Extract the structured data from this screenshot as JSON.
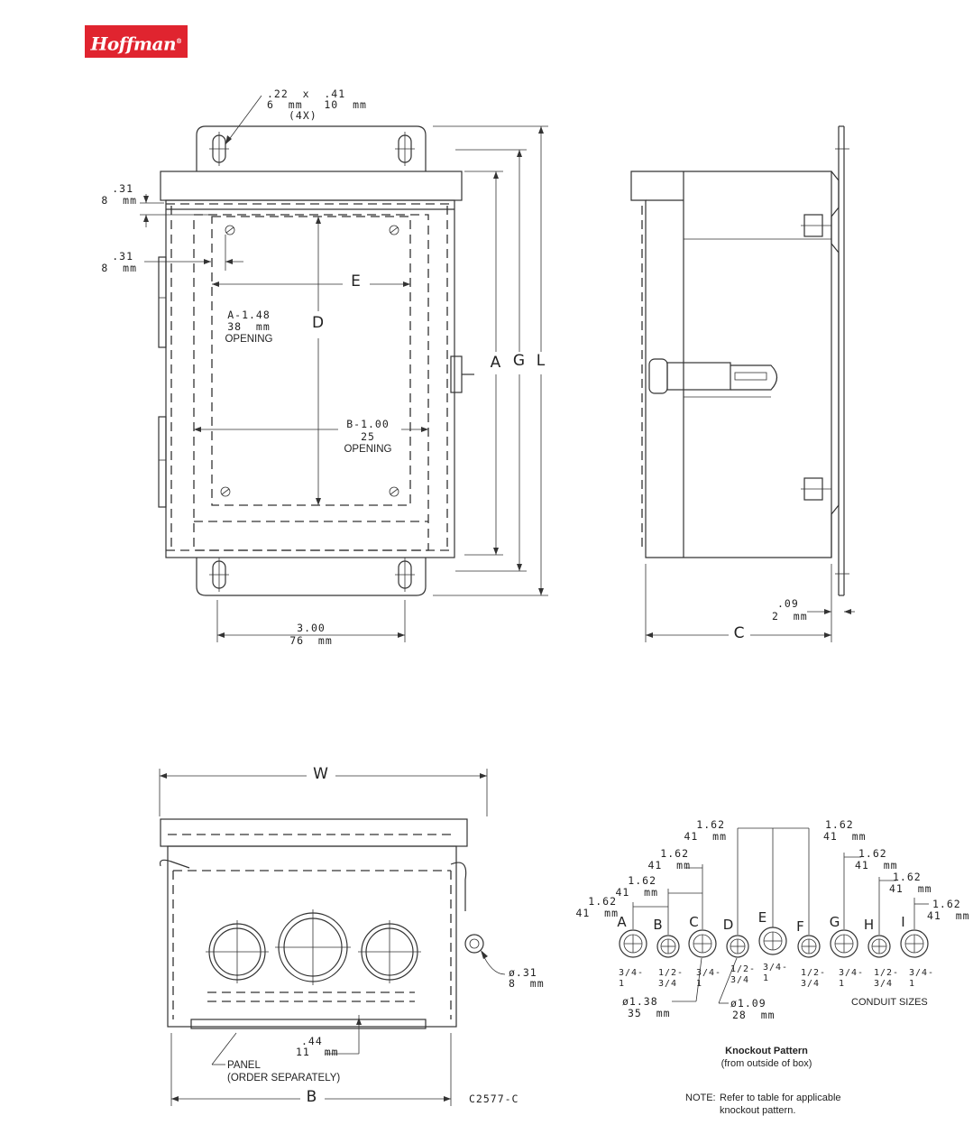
{
  "brand": {
    "name": "Hoffman",
    "registered": "®"
  },
  "front_view": {
    "slot": {
      "in": ".22  x  .41",
      "mm": "6  mm   10  mm",
      "qty": "(4X)"
    },
    "dim_031_top": {
      "in": ".31",
      "mm": "8  mm"
    },
    "dim_031_left": {
      "in": ".31",
      "mm": "8  mm"
    },
    "label_E": "E",
    "label_D": "D",
    "label_A": "A",
    "label_G": "G",
    "label_L": "L",
    "opening_a": {
      "in": "A-1.48",
      "mm": "38  mm",
      "word": "OPENING"
    },
    "opening_b": {
      "in": "B-1.00",
      "mm": "25",
      "word": "OPENING"
    },
    "dim_300": {
      "in": "3.00",
      "mm": "76  mm"
    }
  },
  "side_view": {
    "label_C": "C",
    "dim_009": {
      "in": ".09",
      "mm": "2  mm"
    }
  },
  "bottom_view": {
    "label_W": "W",
    "label_B": "B",
    "dim_031_hole": {
      "in": "ø.31",
      "mm": "8  mm"
    },
    "dim_044": {
      "in": ".44",
      "mm": "11  mm"
    },
    "panel": {
      "line1": "PANEL",
      "line2": "(ORDER SEPARATELY)"
    },
    "drawing_number": "C2577-C"
  },
  "knockout": {
    "spacings": [
      {
        "in": "1.62",
        "mm": "41  mm"
      },
      {
        "in": "1.62",
        "mm": "41  mm"
      },
      {
        "in": "1.62",
        "mm": "41  mm"
      },
      {
        "in": "1.62",
        "mm": "41  mm"
      },
      {
        "in": "1.62",
        "mm": "41  mm"
      },
      {
        "in": "1.62",
        "mm": "41  mm"
      },
      {
        "in": "1.62",
        "mm": "41  mm"
      }
    ],
    "holes": [
      {
        "letter": "A",
        "size_line1": "3/4-",
        "size_line2": "1"
      },
      {
        "letter": "B",
        "size_line1": "1/2-",
        "size_line2": "3/4"
      },
      {
        "letter": "C",
        "size_line1": "3/4-",
        "size_line2": "1"
      },
      {
        "letter": "D",
        "size_line1": "1/2-",
        "size_line2": "3/4"
      },
      {
        "letter": "E",
        "size_line1": "3/4-",
        "size_line2": "1"
      },
      {
        "letter": "F",
        "size_line1": "1/2-",
        "size_line2": "3/4"
      },
      {
        "letter": "G",
        "size_line1": "3/4-",
        "size_line2": "1"
      },
      {
        "letter": "H",
        "size_line1": "1/2-",
        "size_line2": "3/4"
      },
      {
        "letter": "I",
        "size_line1": "3/4-",
        "size_line2": "1"
      }
    ],
    "dia_large": {
      "in": "ø1.38",
      "mm": "35  mm"
    },
    "dia_small": {
      "in": "ø1.09",
      "mm": "28  mm"
    },
    "conduit_sizes": "CONDUIT SIZES",
    "title": "Knockout Pattern",
    "subtitle": "(from outside of box)",
    "note_label": "NOTE:",
    "note_line1": "Refer to table for applicable",
    "note_line2": "knockout pattern."
  }
}
